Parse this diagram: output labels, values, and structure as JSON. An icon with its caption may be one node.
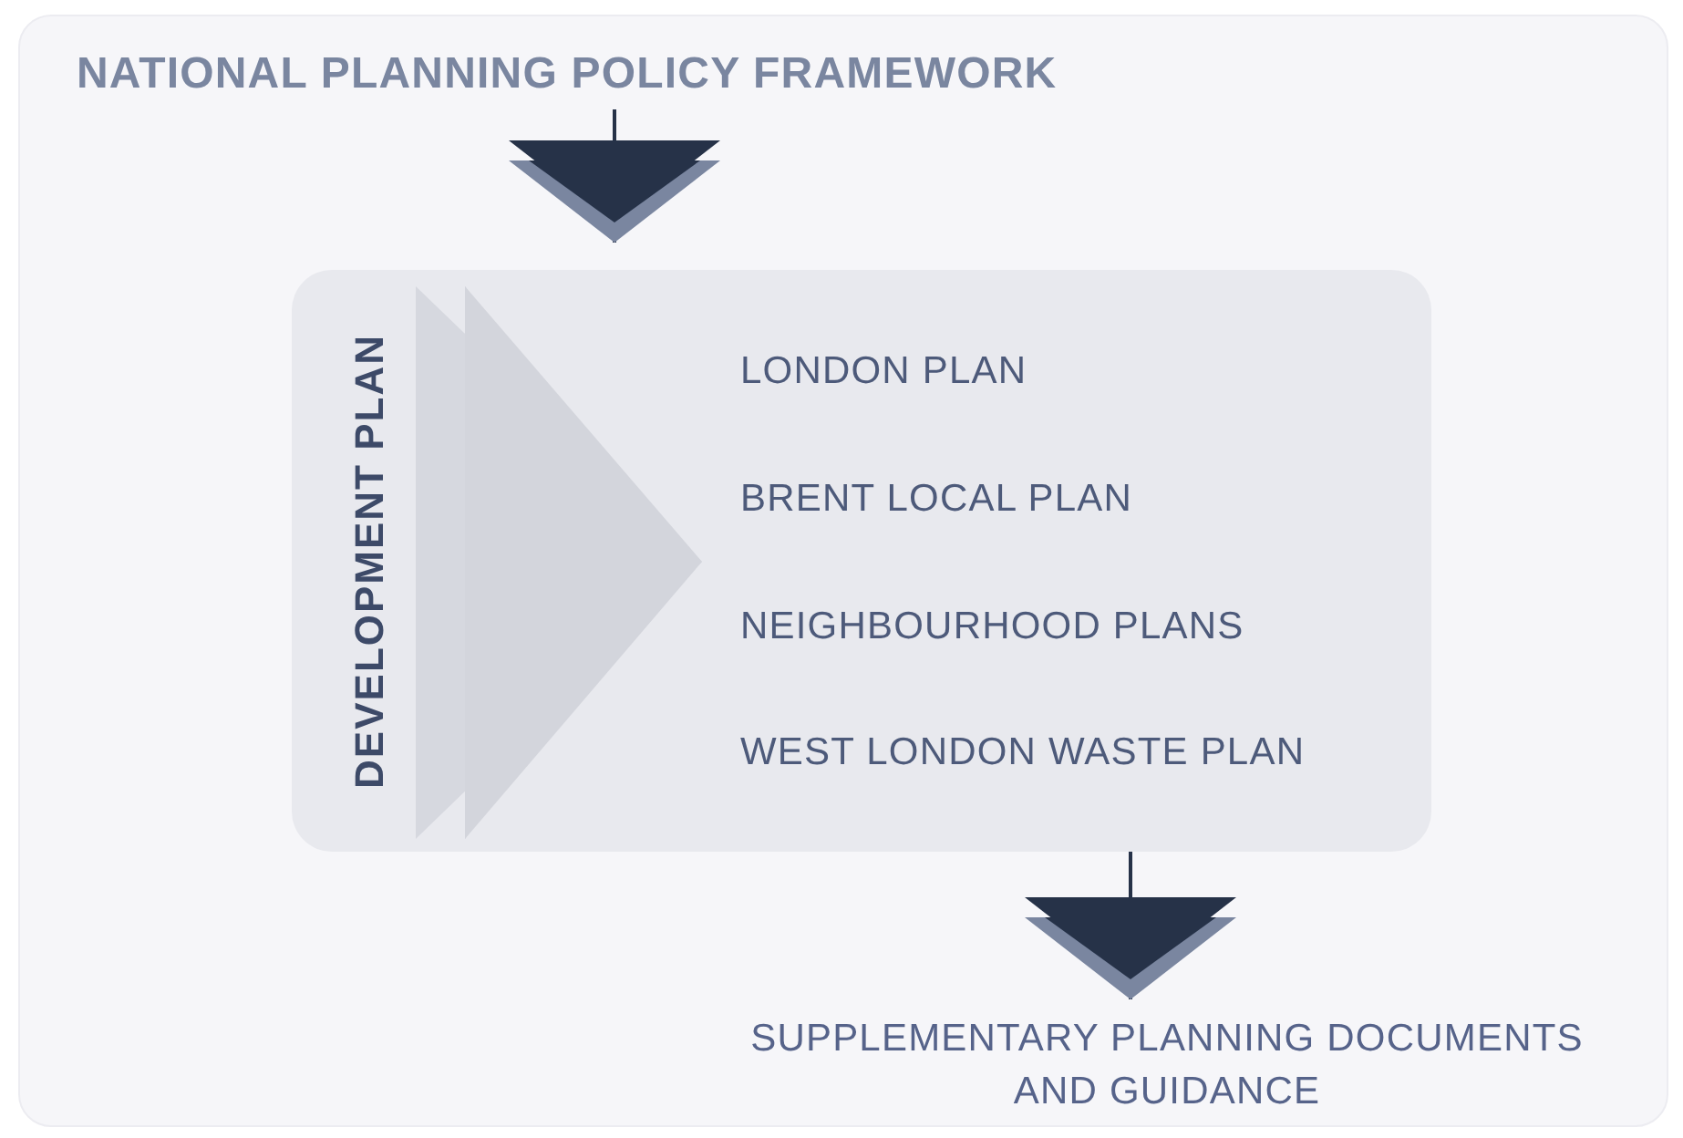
{
  "diagram": {
    "nodes": [
      {
        "text": [
          "NATIONAL PLANNING POLICY FRAMEWORK"
        ]
      },
      {
        "text": [
          "DEVELOPMENT PLAN",
          "LONDON PLAN",
          "BRENT LOCAL PLAN",
          "NEIGHBOURHOOD PLANS",
          "WEST LONDON WASTE PLAN"
        ]
      },
      {
        "text": [
          "SUPPLEMENTARY PLANNING DOCUMENTS AND GUIDANCE"
        ]
      }
    ],
    "edges": [
      {
        "from": 0,
        "to": 1,
        "arrow": "to"
      },
      {
        "from": 1,
        "to": 2,
        "arrow": "to"
      }
    ]
  }
}
